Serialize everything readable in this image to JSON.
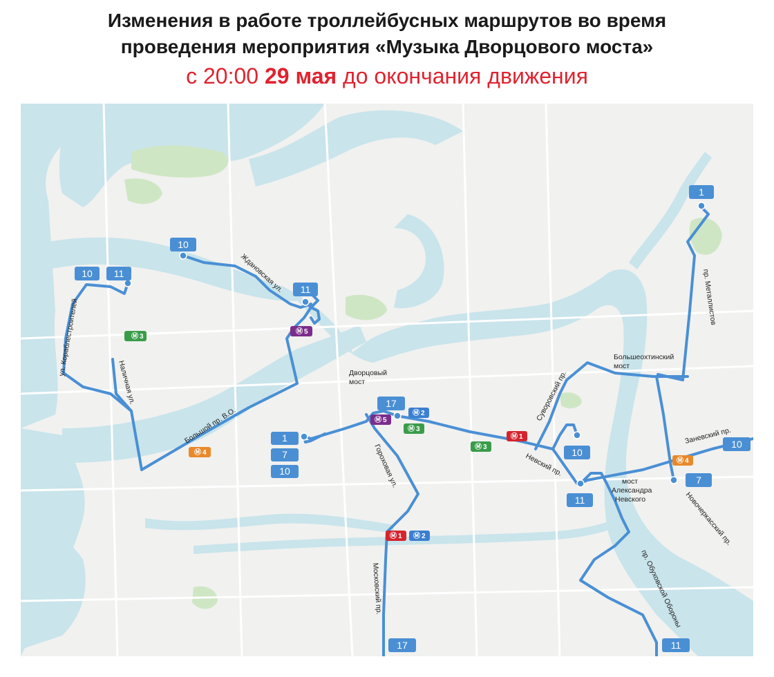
{
  "header": {
    "line1": "Изменения в работе троллейбусных маршрутов во время",
    "line2": "проведения мероприятия «Музыка Дворцового моста»",
    "line3_pre": "с 20:00 ",
    "line3_bold": "29 мая",
    "line3_post": " до окончания движения"
  },
  "colors": {
    "route": "#4a8fd4",
    "badge": "#4a8fd4",
    "water": "#c9e4eb",
    "land": "#f1f1f0",
    "park": "#cfe6c4",
    "title_red": "#e0232f",
    "metro_line1": "#d4252f",
    "metro_line2": "#3b7fd0",
    "metro_line3": "#3a9c4a",
    "metro_line4": "#e8892a",
    "metro_line5": "#7b2d8c"
  },
  "badges": {
    "b1_ne": "1",
    "b10_nw": "10",
    "b11_nw": "11",
    "b10_n": "10",
    "b11_n": "11",
    "b17_c": "17",
    "b1_c": "1",
    "b7_c": "7",
    "b10_c": "10",
    "b10_e": "10",
    "b11_e": "11",
    "b7_e": "7",
    "b10_far_e": "10",
    "b17_s": "17",
    "b11_se": "11"
  },
  "metro": {
    "m3_nw": "3",
    "m5_n": "5",
    "m5_c": "5",
    "m2_c": "2",
    "m3_c": "3",
    "m1_c": "1",
    "m3_c2": "3",
    "m4_w": "4",
    "m4_e": "4",
    "m1_s": "1",
    "m2_s": "2"
  },
  "streets": {
    "korablestroiteley": "ул. Кораблестроителей",
    "nalichnaya": "Наличная ул.",
    "bolshoy_vo": "Большой пр. В.О.",
    "zhdanovskaya": "Ждановская ул.",
    "dvortsovy_most": "Дворцовый мост",
    "gorokhovaya": "Гороховая ул.",
    "moskovsky": "Московский пр.",
    "nevsky": "Невский пр.",
    "suvorovsky": "Суворовский пр.",
    "bolsheokhtinsky": "Большеохтинский мост",
    "metallistov": "пр. Металлистов",
    "zanevsky": "Заневский пр.",
    "novocherkassky": "Новочеркасский пр.",
    "most_aleksandra": "мост Александра Невского",
    "obukhovskoy": "пр. Обуховской Обороны"
  }
}
